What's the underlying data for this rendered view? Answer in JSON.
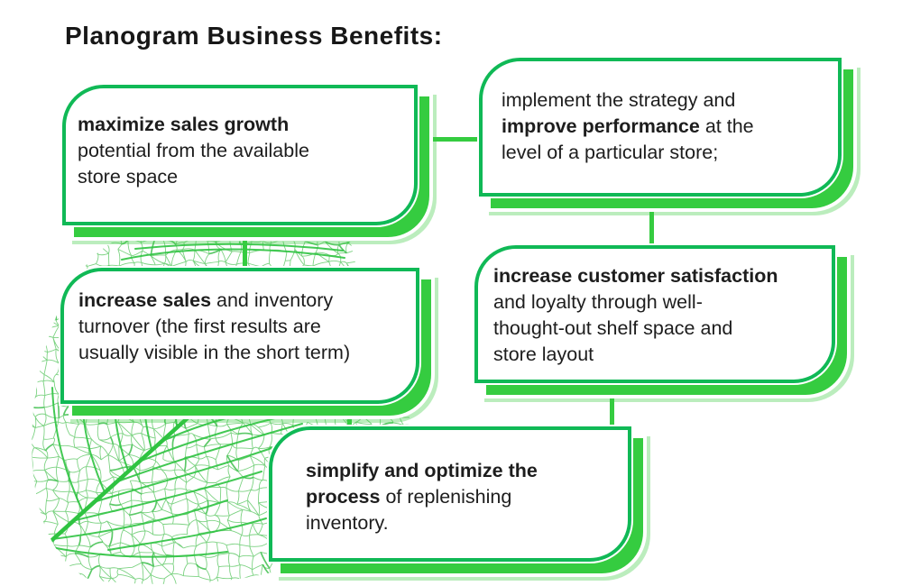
{
  "title": "Planogram Business Benefits:",
  "colors": {
    "edge_green": "#10b956",
    "shadow_green": "#35cc40",
    "leaf_green": "#5bc763",
    "vein_green": "#2fc341",
    "text": "#1d1d1d",
    "background": "#ffffff"
  },
  "boxes": [
    {
      "id": "maximize-sales",
      "lines": [
        [
          {
            "text": "maximize sales growth",
            "bold": true
          }
        ],
        [
          {
            "text": "potential from the available",
            "bold": false
          }
        ],
        [
          {
            "text": "store space",
            "bold": false
          }
        ]
      ]
    },
    {
      "id": "improve-performance",
      "lines": [
        [
          {
            "text": "implement the strategy and",
            "bold": false
          }
        ],
        [
          {
            "text": "improve performance",
            "bold": true
          },
          {
            "text": " at the",
            "bold": false
          }
        ],
        [
          {
            "text": "level of a particular store;",
            "bold": false
          }
        ]
      ]
    },
    {
      "id": "increase-sales",
      "lines": [
        [
          {
            "text": "increase sales",
            "bold": true
          },
          {
            "text": " and inventory",
            "bold": false
          }
        ],
        [
          {
            "text": "turnover (the first results are",
            "bold": false
          }
        ],
        [
          {
            "text": "usually visible in the short term)",
            "bold": false
          }
        ]
      ]
    },
    {
      "id": "customer-satisfaction",
      "lines": [
        [
          {
            "text": "increase customer satisfaction",
            "bold": true
          }
        ],
        [
          {
            "text": "and loyalty through well-",
            "bold": false
          }
        ],
        [
          {
            "text": "thought-out shelf space and",
            "bold": false
          }
        ],
        [
          {
            "text": "store layout",
            "bold": false
          }
        ]
      ]
    },
    {
      "id": "optimize-replenishment",
      "lines": [
        [
          {
            "text": "simplify and optimize the",
            "bold": true
          }
        ],
        [
          {
            "text": "process",
            "bold": true
          },
          {
            "text": " of replenishing",
            "bold": false
          }
        ],
        [
          {
            "text": "inventory.",
            "bold": false
          }
        ]
      ]
    }
  ]
}
